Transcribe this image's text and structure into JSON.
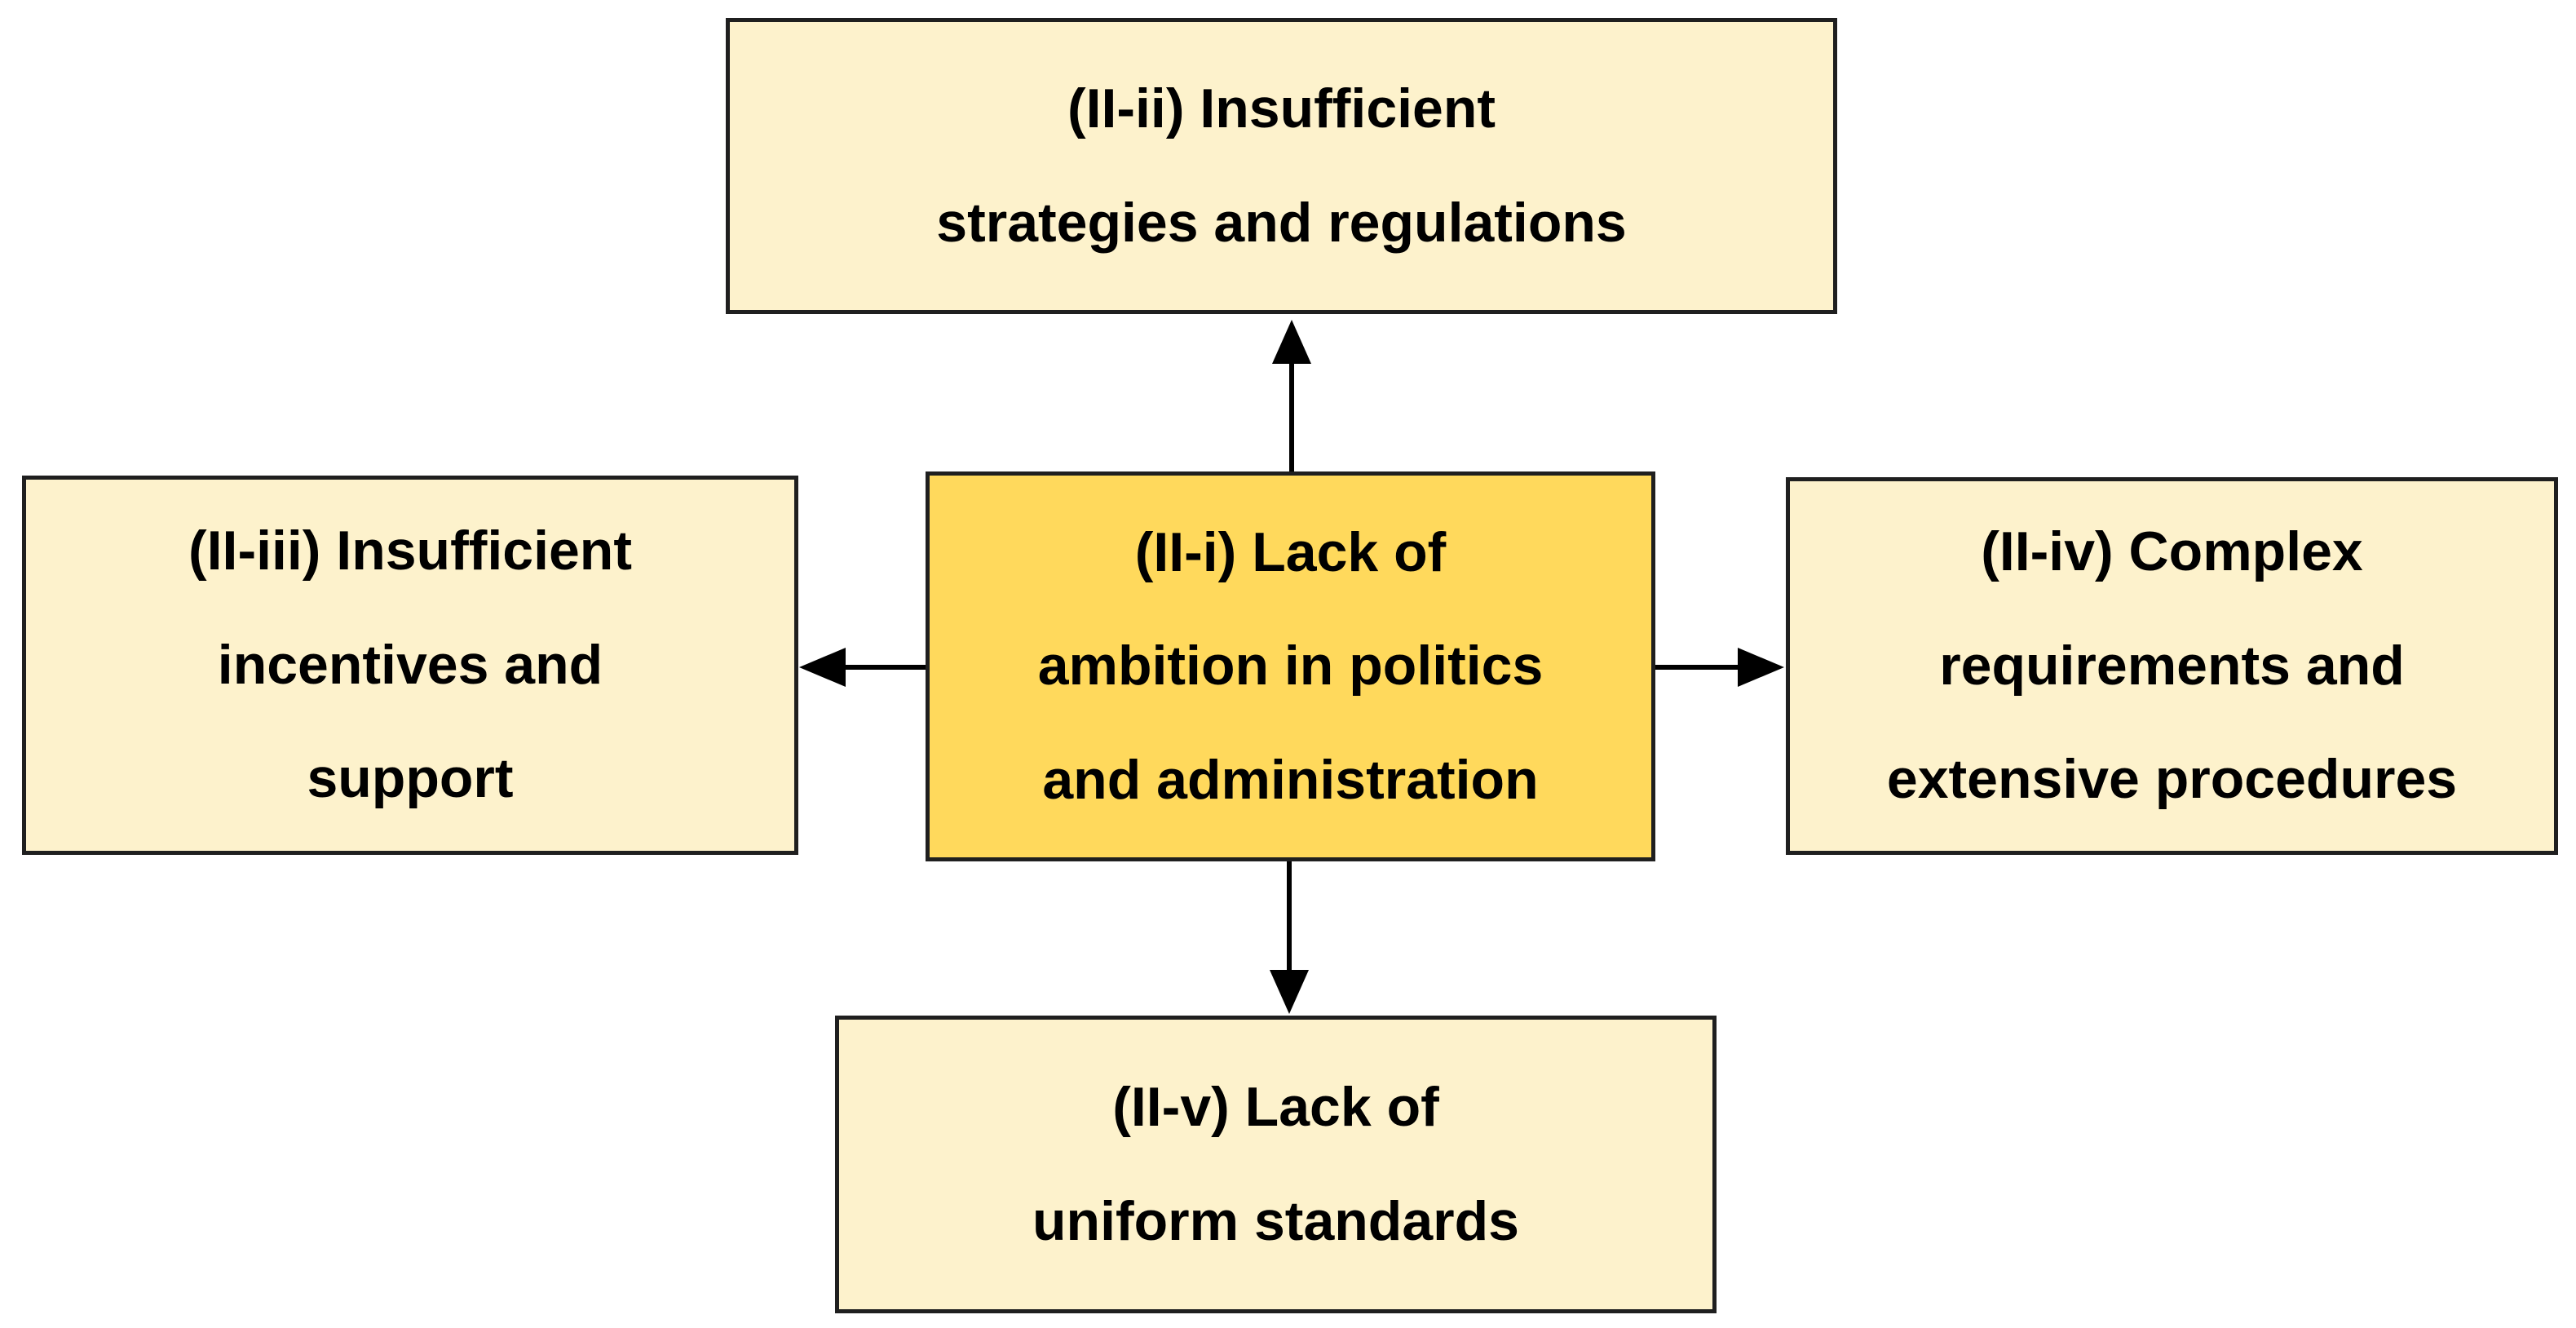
{
  "colors": {
    "center_fill": "#FFD95C",
    "satellite_fill": "#FDF2CC",
    "border": "#1F1F1F",
    "arrow": "#000000",
    "text": "#000000",
    "background": "#FFFFFF"
  },
  "nodes": {
    "center": {
      "label": "(II-i) Lack of\nambition in politics\nand administration"
    },
    "top": {
      "label": "(II-ii) Insufficient\nstrategies and regulations"
    },
    "left": {
      "label": "(II-iii) Insufficient\nincentives and\nsupport"
    },
    "right": {
      "label": "(II-iv) Complex\nrequirements and\nextensive procedures"
    },
    "bottom": {
      "label": "(II-v) Lack of\nuniform standards"
    }
  },
  "arrows": [
    {
      "from": "center",
      "to": "top"
    },
    {
      "from": "center",
      "to": "left"
    },
    {
      "from": "center",
      "to": "right"
    },
    {
      "from": "center",
      "to": "bottom"
    }
  ]
}
